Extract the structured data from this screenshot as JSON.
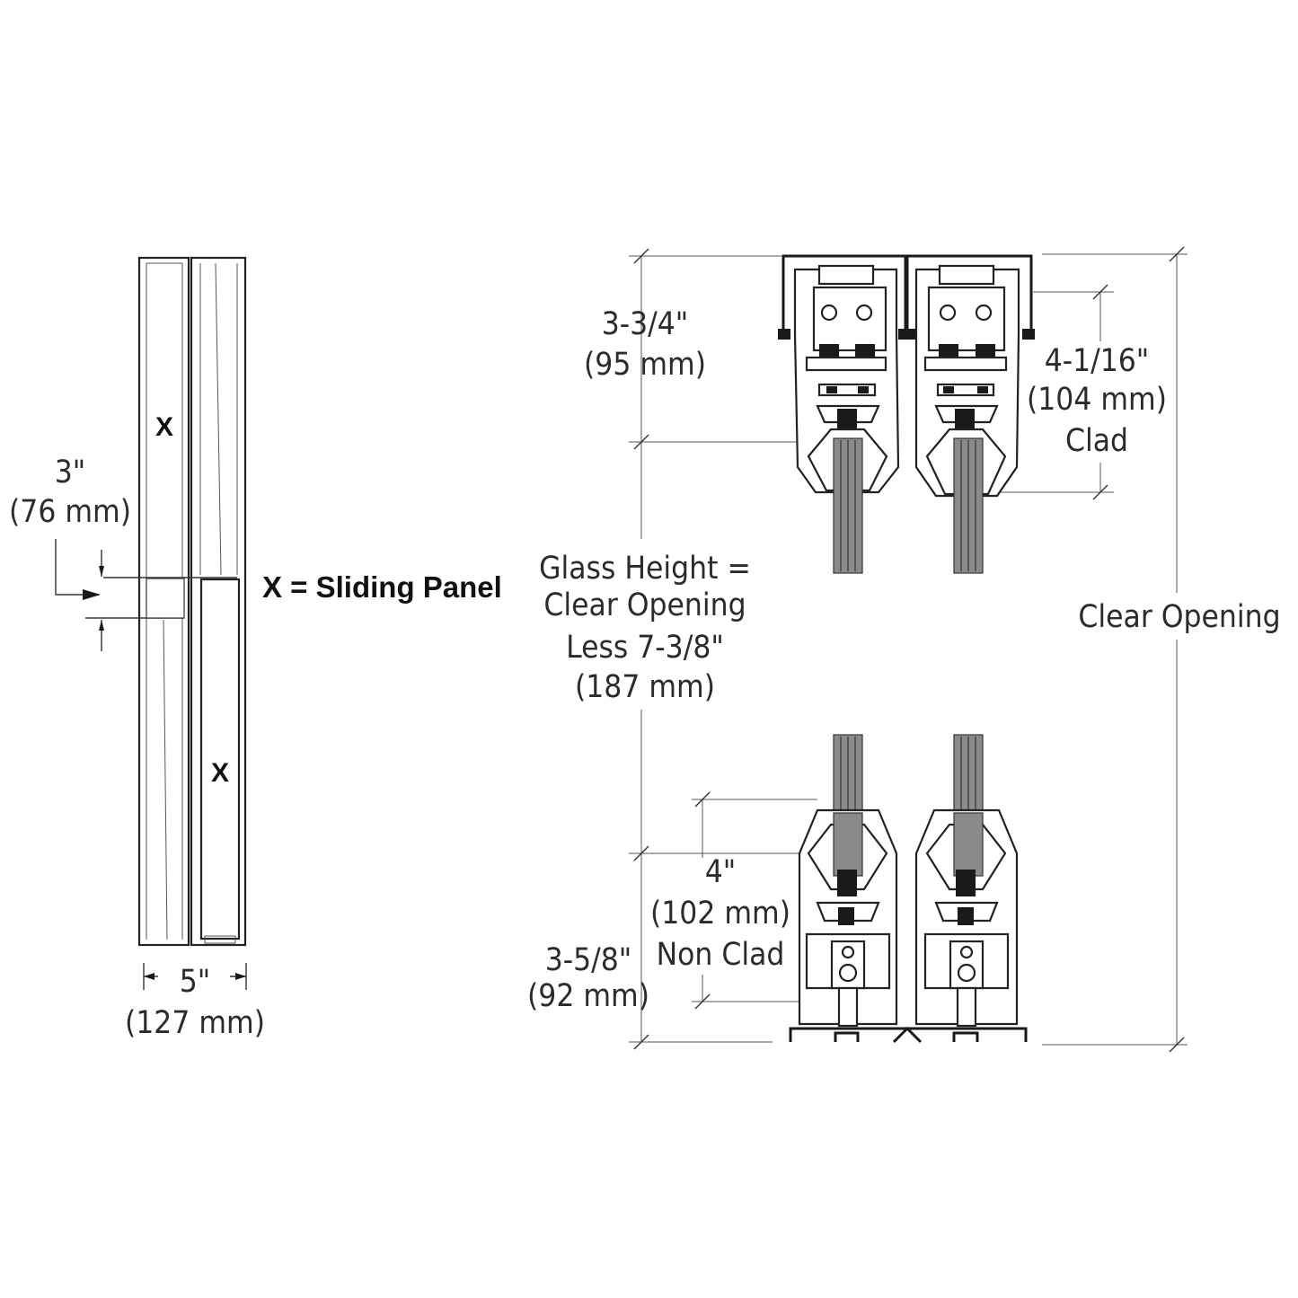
{
  "side_view": {
    "panel_mark_top": "X",
    "panel_mark_bottom": "X",
    "overlap_dim": [
      "3\"",
      "(76 mm)"
    ],
    "width_dim": [
      "5\"",
      "(127 mm)"
    ],
    "legend": "X = Sliding Panel"
  },
  "section_view": {
    "top_track_dim": [
      "3-3/4\"",
      "(95 mm)"
    ],
    "clad_dim": [
      "4-1/16\"",
      "(104 mm)",
      "Clad"
    ],
    "glass_height_note": [
      "Glass Height =",
      "Clear Opening",
      "Less 7-3/8\"",
      "(187 mm)"
    ],
    "clear_opening": "Clear Opening",
    "non_clad_dim": [
      "4\"",
      "(102 mm)",
      "Non Clad"
    ],
    "bottom_track_dim": [
      "3-5/8\"",
      "(92 mm)"
    ]
  }
}
